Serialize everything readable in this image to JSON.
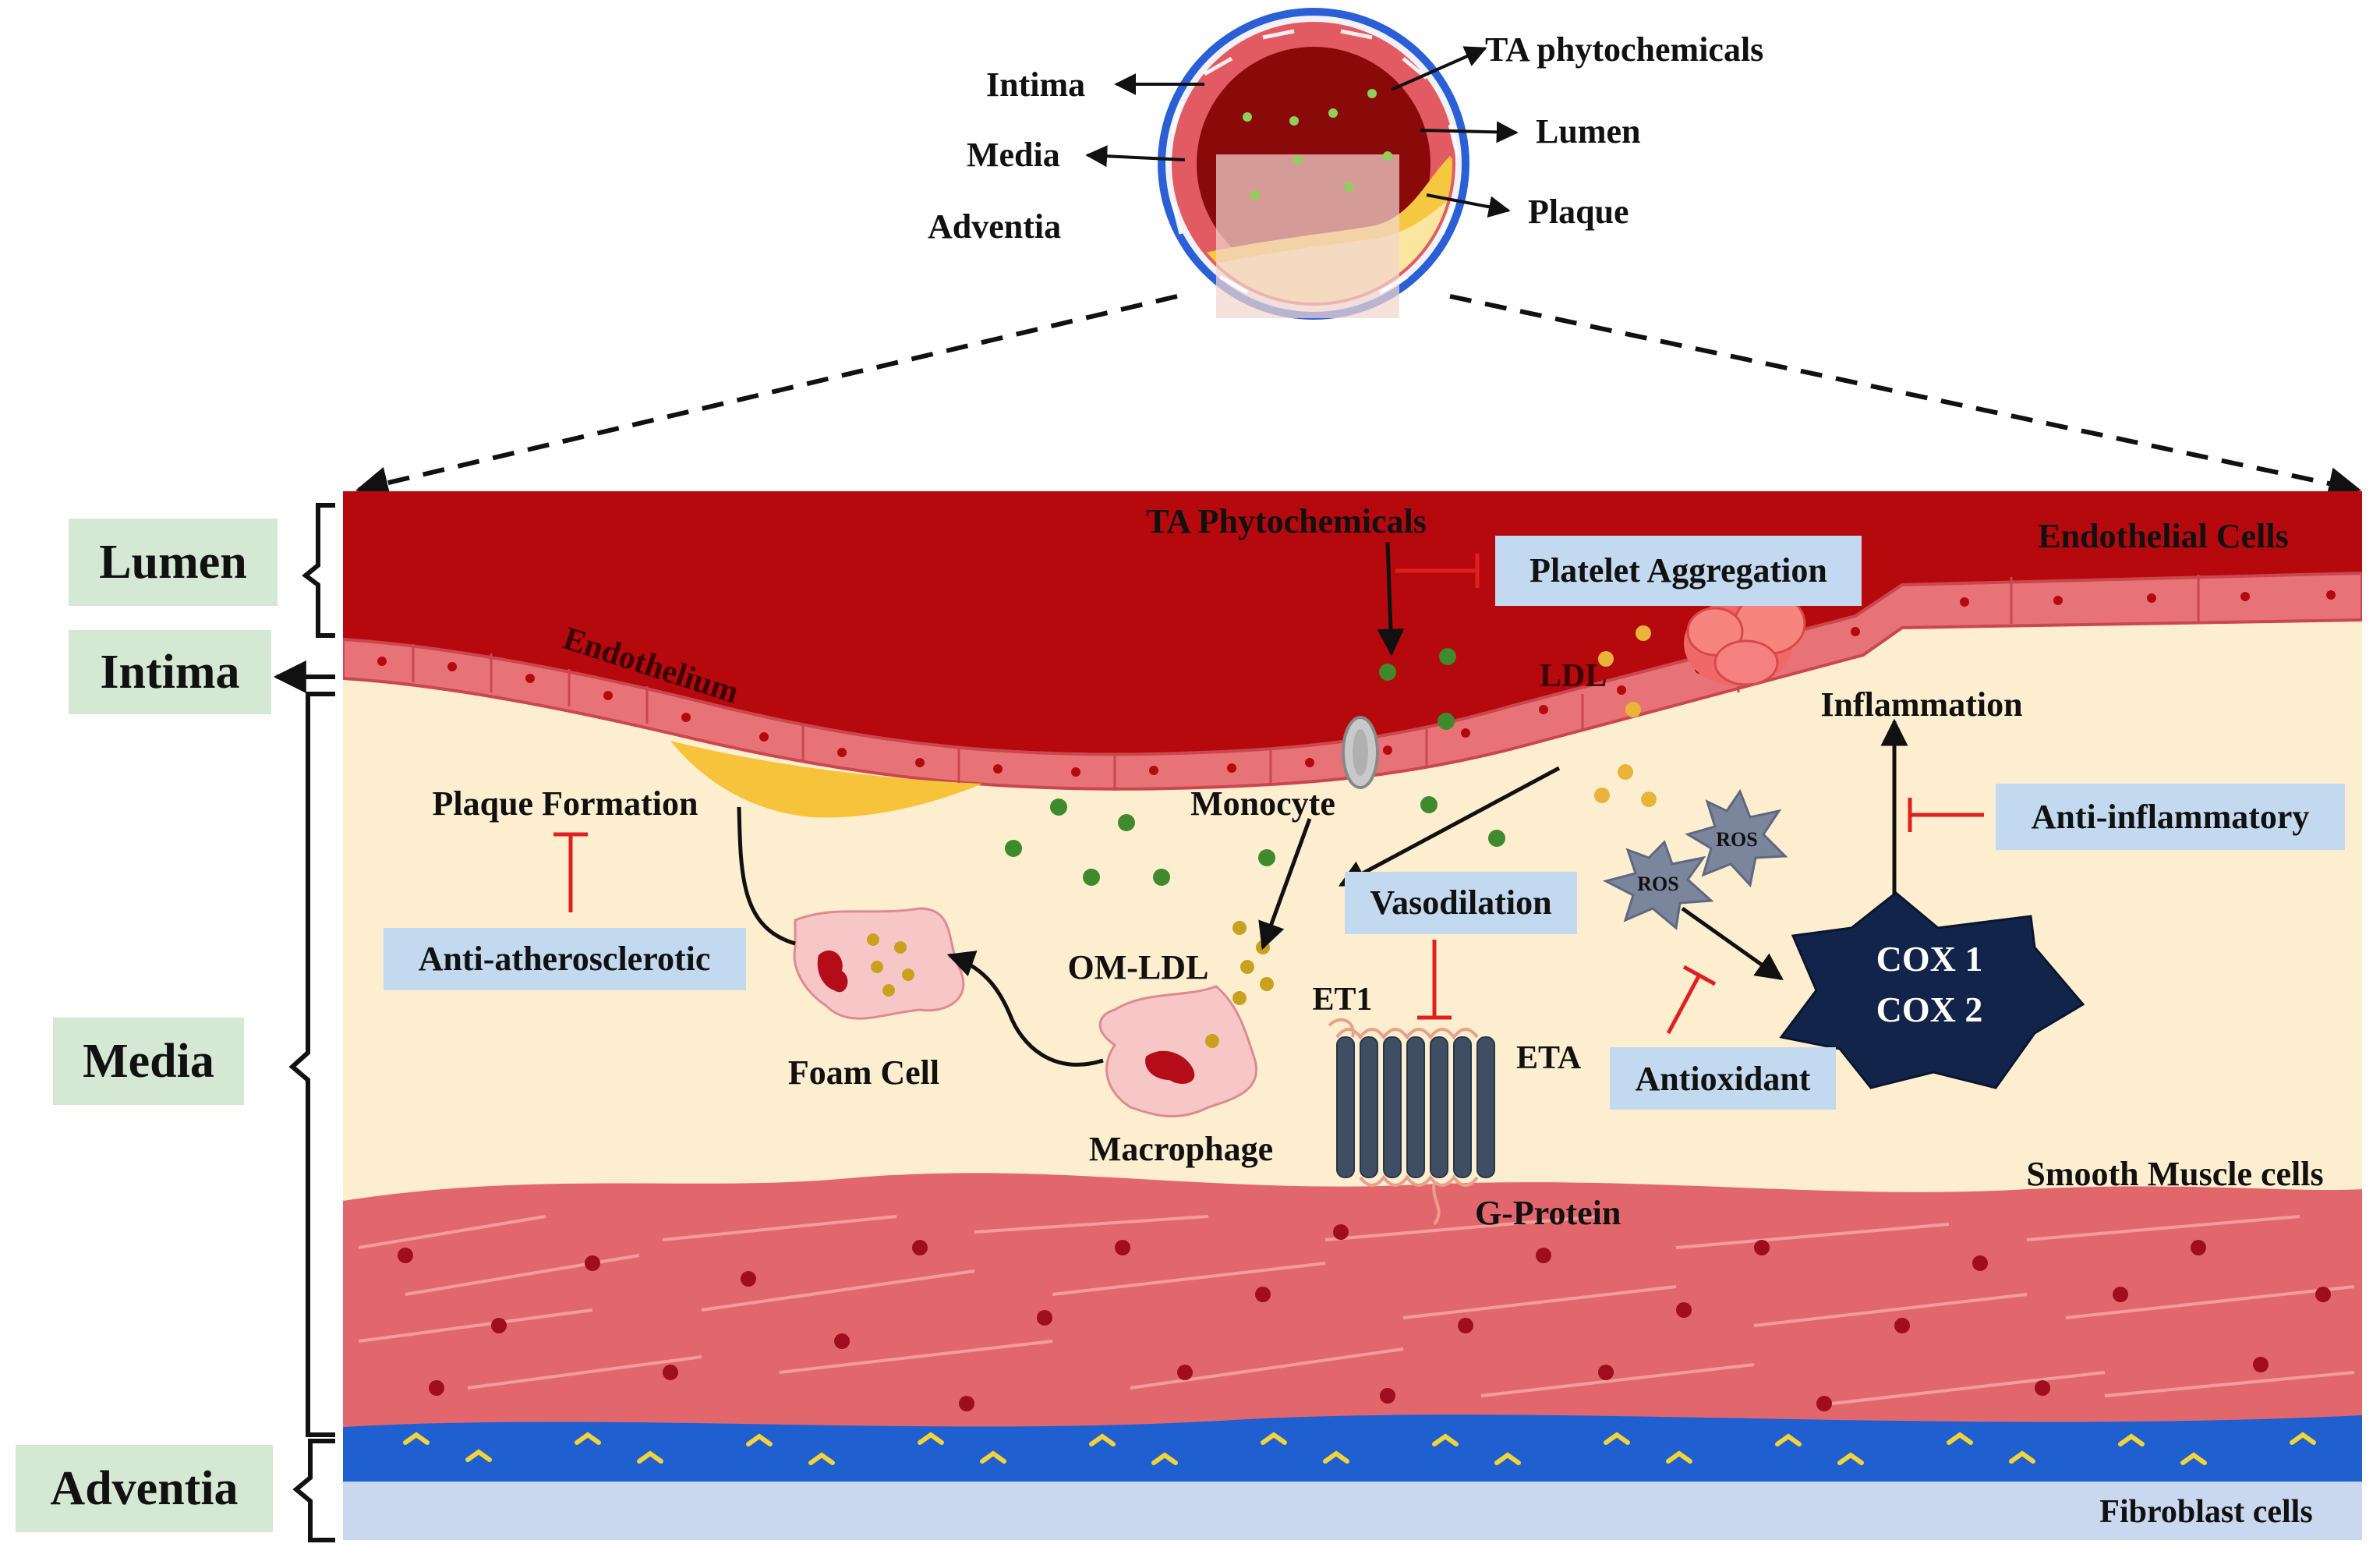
{
  "overview": {
    "intima": "Intima",
    "media": "Media",
    "adventia": "Adventia",
    "ta_phytochemicals": "TA phytochemicals",
    "lumen": "Lumen",
    "plaque": "Plaque"
  },
  "regions": {
    "lumen": "Lumen",
    "intima": "Intima",
    "media": "Media",
    "adventia": "Adventia"
  },
  "labels": {
    "ta_phytochemicals": "TA Phytochemicals",
    "endothelial_cells": "Endothelial Cells",
    "endothelium": "Endothelium",
    "ldl": "LDL",
    "inflammation": "Inflammation",
    "plaque_formation": "Plaque Formation",
    "monocyte": "Monocyte",
    "om_ldl": "OM-LDL",
    "foam_cell": "Foam Cell",
    "macrophage": "Macrophage",
    "et1": "ET1",
    "eta": "ETA",
    "g_protein": "G-Protein",
    "ros": "ROS",
    "cox1": "COX 1",
    "cox2": "COX 2",
    "smooth_muscle_cells": "Smooth Muscle cells",
    "fibroblast_cells": "Fibroblast cells"
  },
  "effects": {
    "platelet_aggregation": "Platelet Aggregation",
    "anti_inflammatory": "Anti-inflammatory",
    "vasodilation": "Vasodilation",
    "anti_atherosclerotic": "Anti-atherosclerotic",
    "antioxidant": "Antioxidant"
  },
  "colors": {
    "lumen_red": "#b5090d",
    "endothelium_pink": "#e87377",
    "media_cream": "#fdeecf",
    "smooth_muscle": "#e2676d",
    "adventia_blue": "#1f5fd0",
    "effect_box": "#c3d9ef",
    "region_box": "#d5e8d4",
    "inhibit_red": "#e02020",
    "cox_navy": "#12244a",
    "phytochemical_green": "#3f8a2c",
    "ldl_gold": "#e8b43a"
  }
}
